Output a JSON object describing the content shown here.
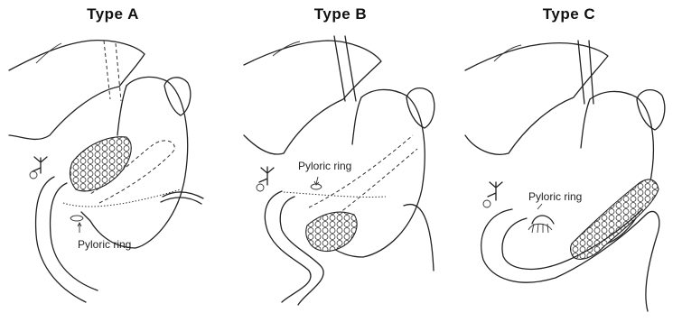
{
  "panels": [
    {
      "title": "Type A",
      "annotation": "Pyloric ring"
    },
    {
      "title": "Type B",
      "annotation": "Pyloric ring"
    },
    {
      "title": "Type C",
      "annotation": "Pyloric ring"
    }
  ]
}
